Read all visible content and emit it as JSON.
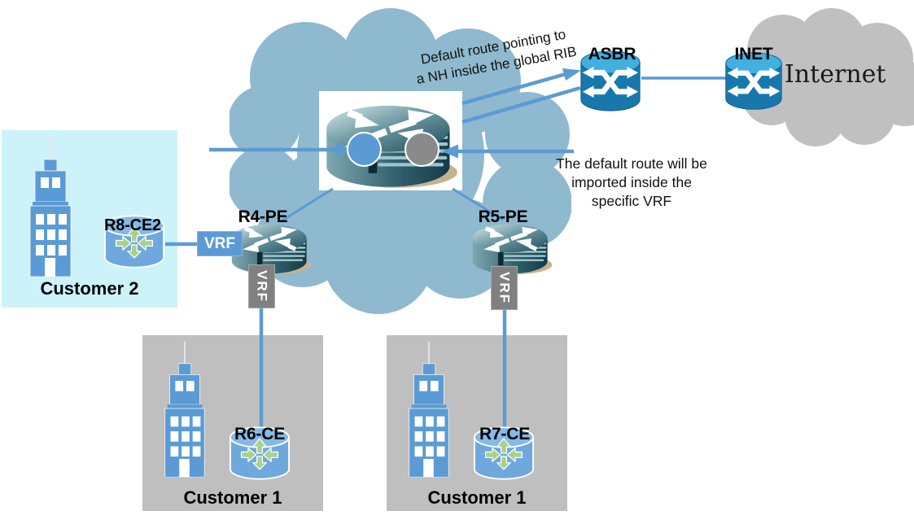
{
  "routers": {
    "r4_pe": "R4-PE",
    "r5_pe": "R5-PE",
    "r6_ce": "R6-CE",
    "r7_ce": "R7-CE",
    "r8_ce2": "R8-CE2",
    "asbr": "ASBR",
    "inet": "INET"
  },
  "sites": {
    "customer2": "Customer 2",
    "customer1_left": "Customer 1",
    "customer1_right": "Customer 1",
    "internet": "Internet"
  },
  "vrf_tags": {
    "ce2_to_pe4": "VRF",
    "pe4_to_ce6": "VRF",
    "pe5_to_ce7": "VRF"
  },
  "annotations": {
    "global_rib": {
      "lines": [
        "Default route pointing to",
        "a NH inside the global RIB"
      ]
    },
    "vrf_import": {
      "lines": [
        "The default route will be",
        "imported inside the",
        "specific VRF"
      ]
    }
  },
  "colors": {
    "accent_blue": "#5B9BD5",
    "mpls_cloud_blue": "#8FB9CE",
    "internet_cloud_gray": "#C0C0C0",
    "customer_box_gray": "#BFBFBF",
    "customer2_box_cyan": "#CDF3FA",
    "vrf_tag_gray": "#808080",
    "global_rib_dot_blue": "#5B9BD5",
    "vrf_dot_gray": "#8A8A8A",
    "switch_blue": "#1878AC",
    "ce_router_blue": "#6FA8DC",
    "ce_arrow_green": "#A9D18E"
  }
}
